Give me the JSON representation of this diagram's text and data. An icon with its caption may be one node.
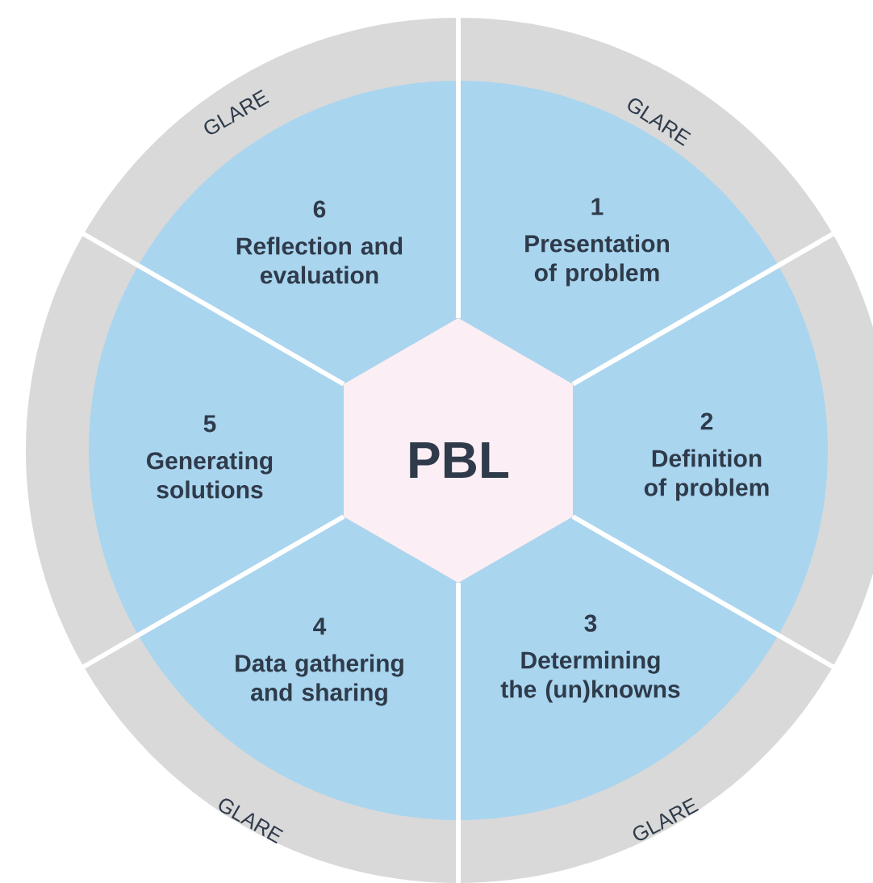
{
  "diagram": {
    "nodes": [
      {
        "text": [
          "PBL"
        ]
      },
      {
        "text": [
          "1",
          "Presentation of problem"
        ]
      },
      {
        "text": [
          "2",
          "Definition of problem"
        ]
      },
      {
        "text": [
          "3",
          "Determining the (un)knowns"
        ]
      },
      {
        "text": [
          "4",
          "Data gathering and sharing"
        ]
      },
      {
        "text": [
          "5",
          "Generating solutions"
        ]
      },
      {
        "text": [
          "6",
          "Reflection and evaluation"
        ]
      }
    ],
    "labels": [
      "GLARE",
      "GLARE",
      "GLARE",
      "GLARE"
    ]
  }
}
